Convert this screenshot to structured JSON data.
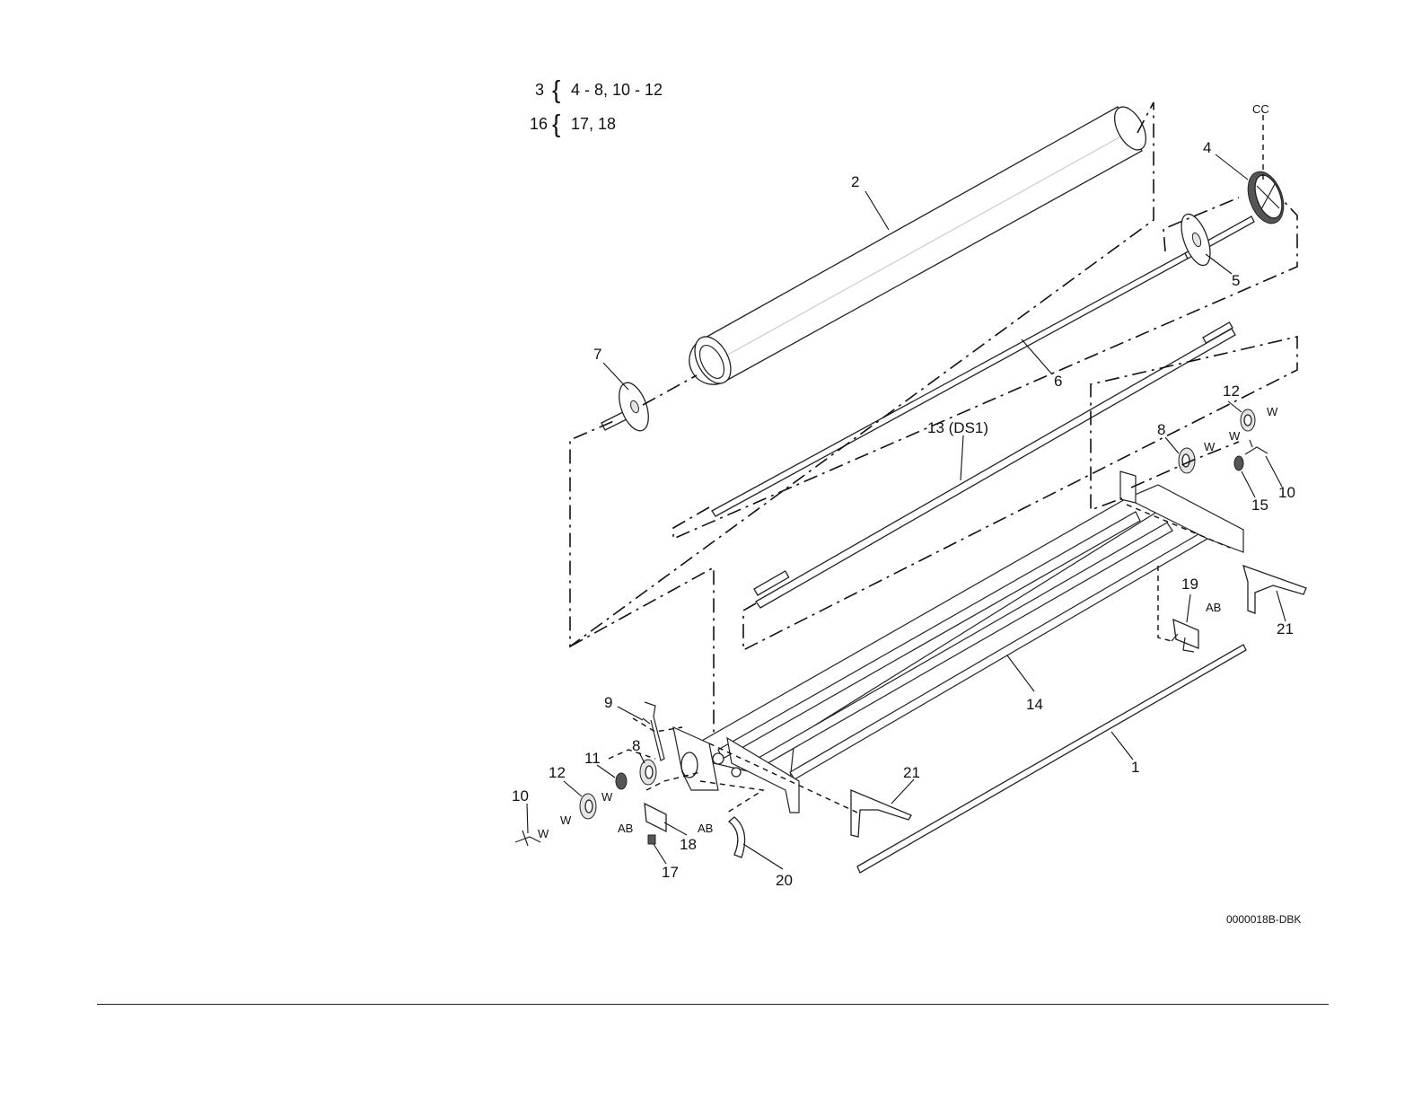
{
  "groups": [
    {
      "parent": "3",
      "brace": "{",
      "children": "4 - 8, 10 - 12"
    },
    {
      "parent": "16",
      "brace": "{",
      "children": "17, 18"
    }
  ],
  "callouts": {
    "c1": "1",
    "c2": "2",
    "c4": "4",
    "c5": "5",
    "c6": "6",
    "c7": "7",
    "c8_top": "8",
    "c8_bot": "8",
    "c9": "9",
    "c10_top": "10",
    "c10_bot": "10",
    "c11": "11",
    "c12_top": "12",
    "c12_bot": "12",
    "c13": "13 (DS1)",
    "c14": "14",
    "c15": "15",
    "c17": "17",
    "c18": "18",
    "c19": "19",
    "c20": "20",
    "c21_right": "21",
    "c21_bot": "21"
  },
  "marks": {
    "cc": "CC",
    "ab_19": "AB",
    "ab_18": "AB",
    "ab_20": "AB",
    "w_r1": "W",
    "w_r2": "W",
    "w_r3": "W",
    "w_l1": "W",
    "w_l2": "W",
    "w_l3": "W"
  },
  "figure_id": "0000018B-DBK"
}
